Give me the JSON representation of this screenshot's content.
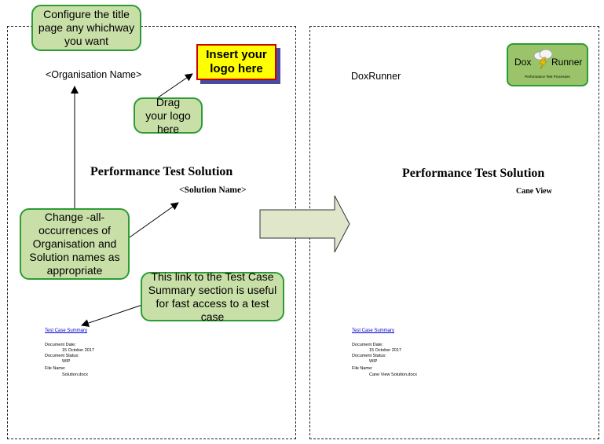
{
  "left_page": {
    "org_name": "<Organisation Name>",
    "logo_placeholder": "Insert your logo here",
    "title": "Performance Test Solution",
    "solution_name": "<Solution Name>",
    "link_text": "Test Case Summary",
    "doc_date_label": "Document Date:",
    "doc_date": "15 October 2017",
    "doc_status_label": "Document Status:",
    "doc_status": "WIP",
    "file_name_label": "File Name:",
    "file_name": "Solution.docx"
  },
  "right_page": {
    "org_name": "DoxRunner",
    "logo": {
      "left": "Dox",
      "right": "Runner",
      "tagline": "Performance Test Processes"
    },
    "title": "Performance Test Solution",
    "solution_name": "Cane View",
    "link_text": "Test Case Summary",
    "doc_date_label": "Document Date:",
    "doc_date": "15 October 2017",
    "doc_status_label": "Document Status:",
    "doc_status": "WIP",
    "file_name_label": "File Name:",
    "file_name": "Cane View Solution.docx"
  },
  "callouts": {
    "configure": "Configure the title page any whichway you want",
    "drag_logo": "Drag your logo here",
    "change_names": "Change -all- occurrences of Organisation and Solution names as appropriate",
    "link_note": "This link to the Test Case Summary section is useful for fast access to a test case"
  },
  "colors": {
    "callout_fill": "#c9dfa8",
    "callout_border": "#2c9c34",
    "logo_fill": "#ffff00",
    "logo_border": "#cc0000",
    "big_arrow_fill": "#dfe6c9",
    "link": "#0000cc"
  }
}
